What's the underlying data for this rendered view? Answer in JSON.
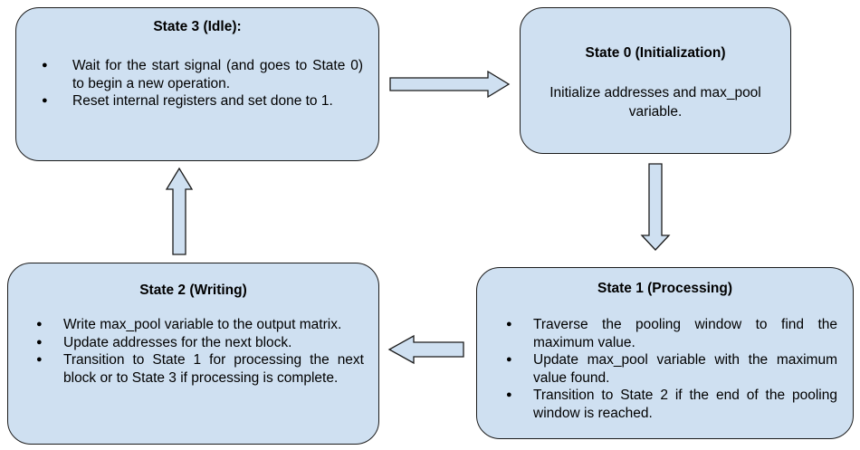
{
  "colors": {
    "box_fill": "#cfe0f1",
    "stroke": "#1b1b1b"
  },
  "states": {
    "s3": {
      "title": "State 3 (Idle):",
      "bullets": [
        "Wait for the start signal (and goes to State 0) to begin a new operation.",
        "Reset internal registers and set done to 1."
      ]
    },
    "s0": {
      "title": "State 0 (Initialization)",
      "description": "Initialize addresses and max_pool variable."
    },
    "s2": {
      "title": "State 2 (Writing)",
      "bullets": [
        "Write max_pool variable to the output matrix.",
        "Update addresses for the next block.",
        "Transition to State 1 for processing the next block or to State 3 if processing is complete."
      ]
    },
    "s1": {
      "title": "State 1 (Processing)",
      "bullets": [
        "Traverse the pooling window to find the maximum value.",
        "Update max_pool variable with the maximum value found.",
        "Transition to State 2 if the end of the pooling window is reached."
      ]
    }
  },
  "arrows": [
    {
      "from": "State 3",
      "to": "State 0",
      "direction": "right"
    },
    {
      "from": "State 0",
      "to": "State 1",
      "direction": "down"
    },
    {
      "from": "State 1",
      "to": "State 2",
      "direction": "left"
    },
    {
      "from": "State 2",
      "to": "State 3",
      "direction": "up"
    }
  ]
}
